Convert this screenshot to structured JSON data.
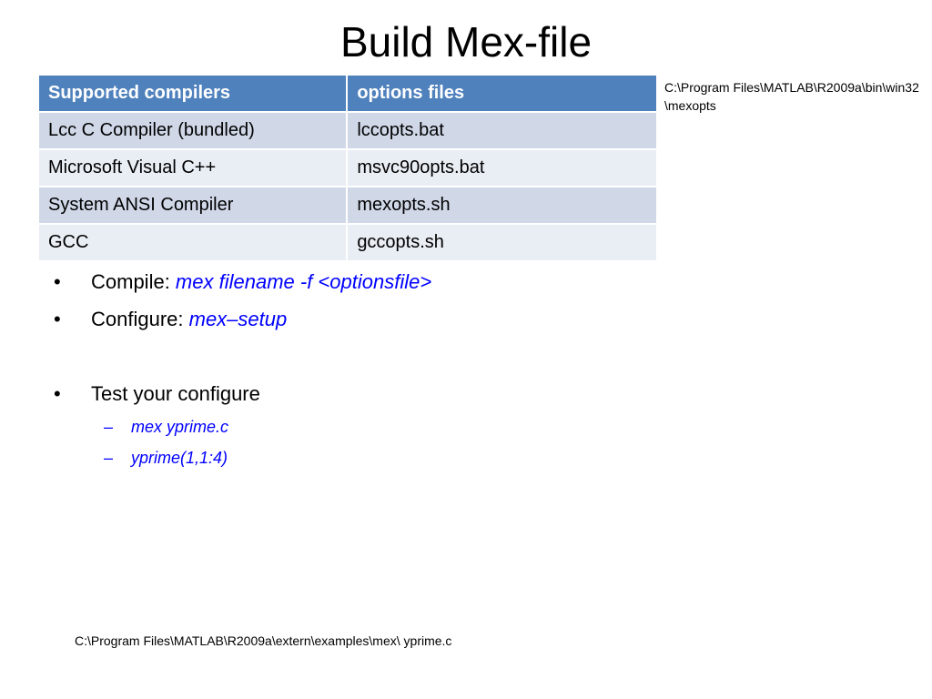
{
  "title": "Build Mex-file",
  "table": {
    "headers": [
      "Supported compilers",
      "options files"
    ],
    "rows": [
      [
        "Lcc C Compiler (bundled)",
        "lccopts.bat"
      ],
      [
        "Microsoft Visual C++",
        "msvc90opts.bat"
      ],
      [
        "System ANSI Compiler",
        "mexopts.sh"
      ],
      [
        "GCC",
        "gccopts.sh"
      ]
    ],
    "colors": {
      "header_bg": "#4f81bd",
      "row_bg_dark": "#d0d8e8",
      "row_bg_light": "#e9edf4"
    }
  },
  "side_note": "C:\\Program Files\\MATLAB\\R2009a\\bin\\win32\\mexopts",
  "bullets": [
    {
      "label": "Compile: ",
      "command": "mex filename -f <optionsfile>"
    },
    {
      "label": "Configure: ",
      "command": "mex–setup"
    },
    {
      "label": "Test your configure",
      "command": ""
    }
  ],
  "bullet_symbol": "•",
  "sub_bullet_symbol": "–",
  "sub_bullets": [
    "mex yprime.c",
    "yprime(1,1:4)"
  ],
  "command_color": "#0000ff",
  "footer_path": "C:\\Program Files\\MATLAB\\R2009a\\extern\\examples\\mex\\ yprime.c"
}
